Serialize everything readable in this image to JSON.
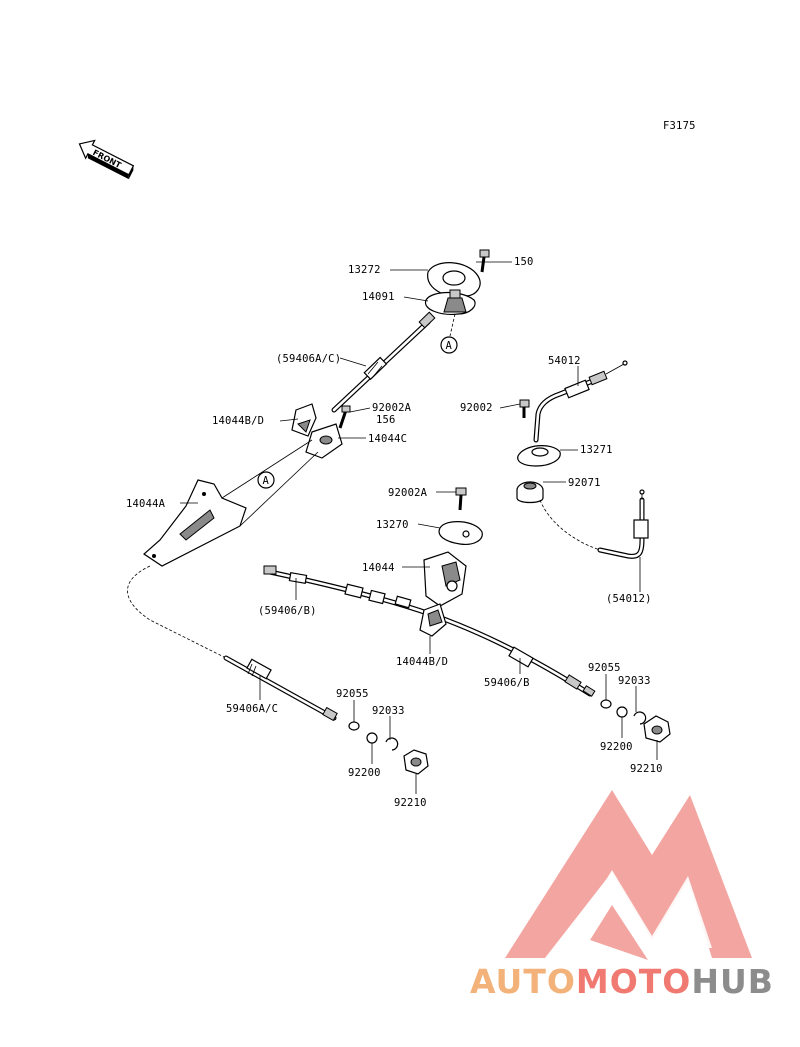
{
  "figure_code": "F3175",
  "front_label": "FRONT",
  "callout_letter": "A",
  "labels": {
    "p150": "150",
    "p13272": "13272",
    "p14091": "14091",
    "p59406AC_paren": "(59406A/C)",
    "p54012": "54012",
    "p92002A_top": "92002A",
    "p156": "156",
    "p14044BD_top": "14044B/D",
    "p14044C": "14044C",
    "p92002": "92002",
    "p13271": "13271",
    "p92071": "92071",
    "p14044A": "14044A",
    "p92002A_mid": "92002A",
    "p13270": "13270",
    "p14044": "14044",
    "p54012_paren": "(54012)",
    "p59406B_paren": "(59406/B)",
    "p14044BD_bottom": "14044B/D",
    "p59406B": "59406/B",
    "p92055_right": "92055",
    "p92033_right": "92033",
    "p59406AC": "59406A/C",
    "p92055_left": "92055",
    "p92033_left": "92033",
    "p92200_right": "92200",
    "p92210_right": "92210",
    "p92200_left": "92200",
    "p92210_left": "92210"
  },
  "watermark": {
    "part1": "AUTO",
    "part2": "MOTO",
    "part3": "HUB",
    "colors": {
      "part1": "#f2b27a",
      "part2": "#f07a72",
      "part3": "#8c8c8c",
      "logo": "#f29a94"
    }
  }
}
